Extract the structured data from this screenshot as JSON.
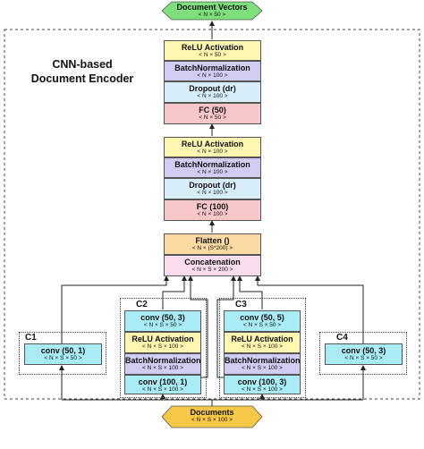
{
  "output": {
    "label": "Document Vectors",
    "shape": "< N × 50 >"
  },
  "input": {
    "label": "Documents",
    "shape": "< N × S × 100 >"
  },
  "encoder_title": {
    "line1": "CNN-based",
    "line2": "Document Encoder"
  },
  "top_stack": [
    {
      "label": "ReLU Activation",
      "shape": "< N × 50 >"
    },
    {
      "label": "BatchNormalization",
      "shape": "< N × 100 >"
    },
    {
      "label": "Dropout (dr)",
      "shape": "< N × 100 >"
    },
    {
      "label": "FC (50)",
      "shape": "< N × 50 >"
    }
  ],
  "mid_stack": [
    {
      "label": "ReLU Activation",
      "shape": "< N × 100 >"
    },
    {
      "label": "BatchNormalization",
      "shape": "< N × 100 >"
    },
    {
      "label": "Dropout (dr)",
      "shape": "< N × 100 >"
    },
    {
      "label": "FC (100)",
      "shape": "< N × 100 >"
    }
  ],
  "flatten": {
    "label": "Flatten ()",
    "shape": "< N × (S*200) >"
  },
  "concat": {
    "label": "Concatenation",
    "shape": "< N × S × 200 >"
  },
  "c1": {
    "name": "C1",
    "conv": {
      "label": "conv (50, 1)",
      "shape": "< N × S × 50 >"
    }
  },
  "c4": {
    "name": "C4",
    "conv": {
      "label": "conv (50, 3)",
      "shape": "< N × S × 50 >"
    }
  },
  "c2": {
    "name": "C2",
    "layers": [
      {
        "label": "conv (50, 3)",
        "shape": "< N × S × 50 >"
      },
      {
        "label": "ReLU Activation",
        "shape": "< N × S × 100 >"
      },
      {
        "label": "BatchNormalization",
        "shape": "< N × S × 100 >"
      },
      {
        "label": "conv (100, 1)",
        "shape": "< N × S × 100 >"
      }
    ]
  },
  "c3": {
    "name": "C3",
    "layers": [
      {
        "label": "conv (50, 5)",
        "shape": "< N × S × 50 >"
      },
      {
        "label": "ReLU Activation",
        "shape": "< N × S × 100 >"
      },
      {
        "label": "BatchNormalization",
        "shape": "< N × S × 100 >"
      },
      {
        "label": "conv (100, 3)",
        "shape": "< N × S × 100 >"
      }
    ]
  },
  "colors": {
    "relu": "#fdf6b0",
    "batchnorm": "#cfcdf2",
    "dropout": "#d7eefa",
    "fc": "#f6c7c8",
    "flatten": "#fbd9a2",
    "concatenation": "#f8dcee",
    "conv": "#a9ecf6",
    "terminal": "#f7c845",
    "output": "#7ee07c"
  }
}
